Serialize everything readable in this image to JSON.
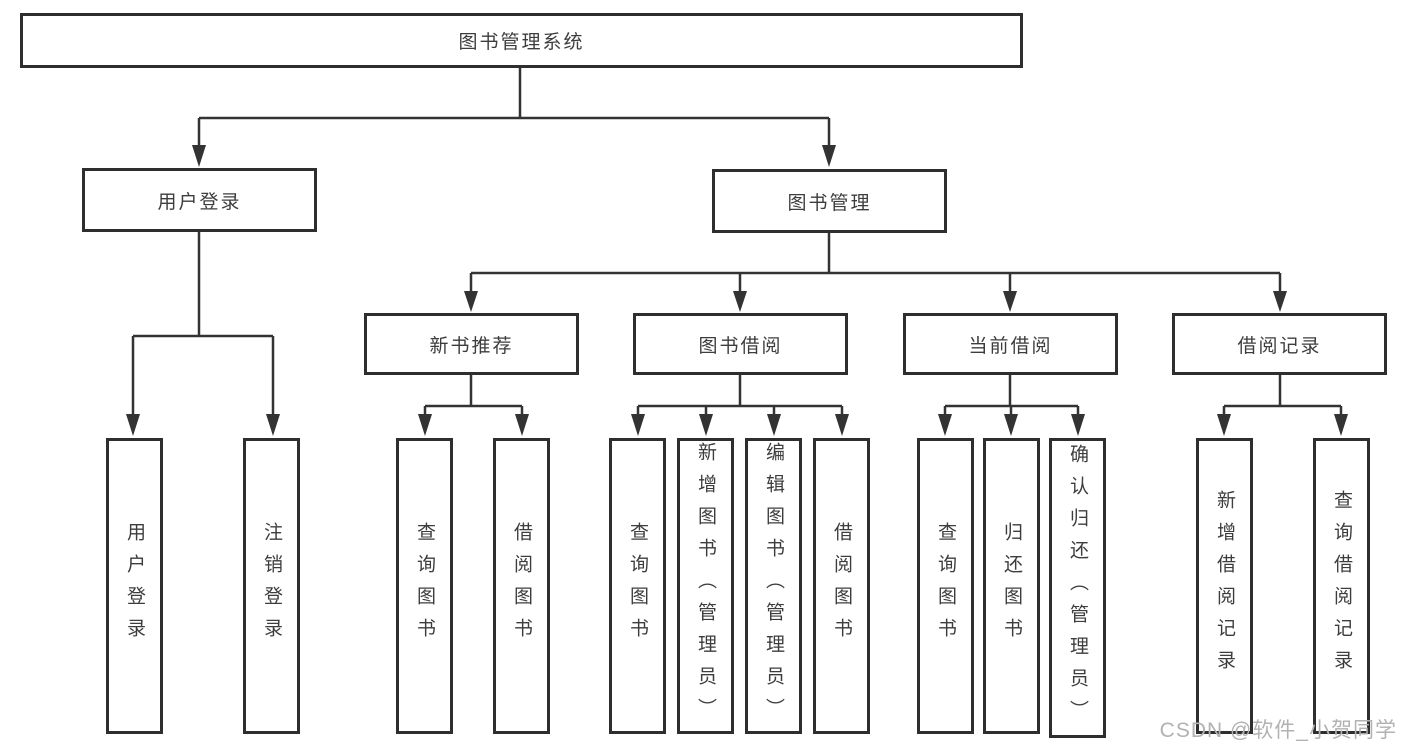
{
  "diagram": {
    "root": {
      "label": "图书管理系统"
    },
    "level2": {
      "user_login": {
        "label": "用户登录"
      },
      "book_management": {
        "label": "图书管理"
      }
    },
    "level3": {
      "new_book_recommend": {
        "label": "新书推荐"
      },
      "book_borrow": {
        "label": "图书借阅"
      },
      "current_borrow": {
        "label": "当前借阅"
      },
      "borrow_record": {
        "label": "借阅记录"
      }
    },
    "leaves": {
      "user_login": [
        "用户登录",
        "注销登录"
      ],
      "new_book_recommend": [
        "查询图书",
        "借阅图书"
      ],
      "book_borrow": [
        "查询图书",
        "新增图书（管理员）",
        "编辑图书（管理员）",
        "借阅图书"
      ],
      "current_borrow": [
        "查询图书",
        "归还图书",
        "确认归还（管理员）"
      ],
      "borrow_record": [
        "新增借阅记录",
        "查询借阅记录"
      ]
    }
  },
  "watermark": {
    "text": "CSDN @软件_小贺同学"
  },
  "colors": {
    "line": "#333333",
    "box_border": "#2e2e2e",
    "text": "#3d3d3d",
    "watermark": "#b2b2b2",
    "background": "#ffffff"
  }
}
